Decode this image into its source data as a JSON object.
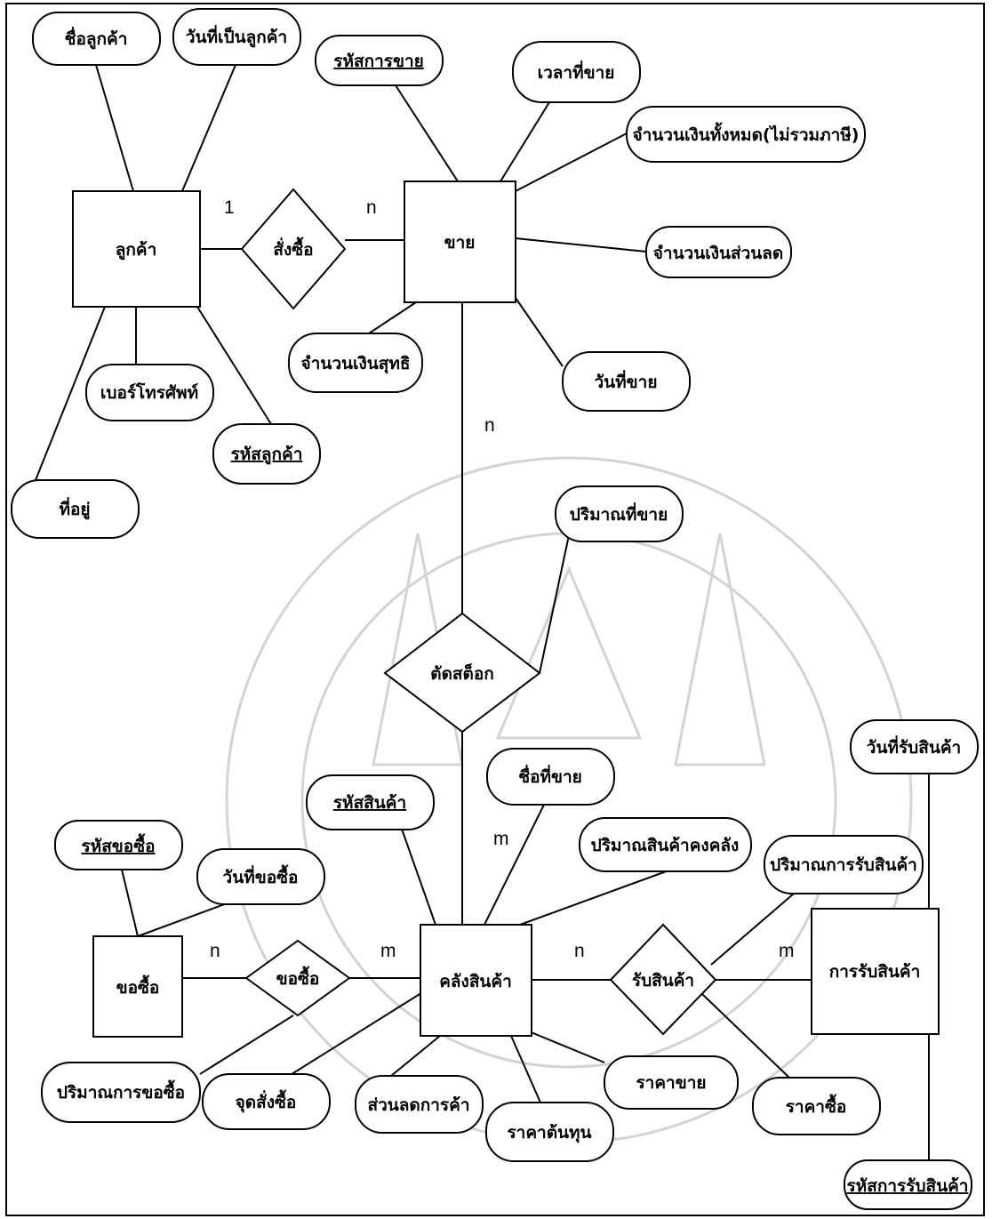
{
  "entities": {
    "customer": "ลูกค้า",
    "sale": "ขาย",
    "inventory": "คลังสินค้า",
    "purchase_request": "ขอซื้อ",
    "goods_receipt": "การรับสินค้า"
  },
  "relationships": {
    "order": "สั่งซื้อ",
    "cut_stock": "ตัดสต็อก",
    "request": "ขอซื้อ",
    "receive": "รับสินค้า"
  },
  "attributes": {
    "customer_name": "ชื่อลูกค้า",
    "customer_since": "วันที่เป็นลูกค้า",
    "phone": "เบอร์โทรศัพท์",
    "customer_id": "รหัสลูกค้า",
    "address": "ที่อยู่",
    "sale_id": "รหัสการขาย",
    "sale_time": "เวลาที่ขาย",
    "total_amount": "จำนวนเงินทั้งหมด(ไม่รวมภาษี)",
    "discount_amount": "จำนวนเงินส่วนลด",
    "net_amount": "จำนวนเงินสุทธิ",
    "sale_date": "วันที่ขาย",
    "quantity_sold": "ปริมาณที่ขาย",
    "sold_name": "ชื่อที่ขาย",
    "product_id": "รหัสสินค้า",
    "stock_quantity": "ปริมาณสินค้าคงคลัง",
    "reorder_point": "จุดสั่งซื้อ",
    "trade_discount": "ส่วนลดการค้า",
    "cost_price": "ราคาต้นทุน",
    "selling_price": "ราคาขาย",
    "request_id": "รหัสขอซื้อ",
    "request_date": "วันที่ขอซื้อ",
    "request_quantity": "ปริมาณการขอซื้อ",
    "receive_quantity": "ปริมาณการรับสินค้า",
    "purchase_price": "ราคาซื้อ",
    "receive_date": "วันที่รับสินค้า",
    "receipt_id": "รหัสการรับสินค้า"
  },
  "cardinalities": {
    "customer_order": "1",
    "order_sale": "n",
    "sale_cutstock": "n",
    "cutstock_inventory": "m",
    "request_purchase": "n",
    "request_inventory": "m",
    "receive_inventory": "n",
    "receive_receipt": "m"
  }
}
